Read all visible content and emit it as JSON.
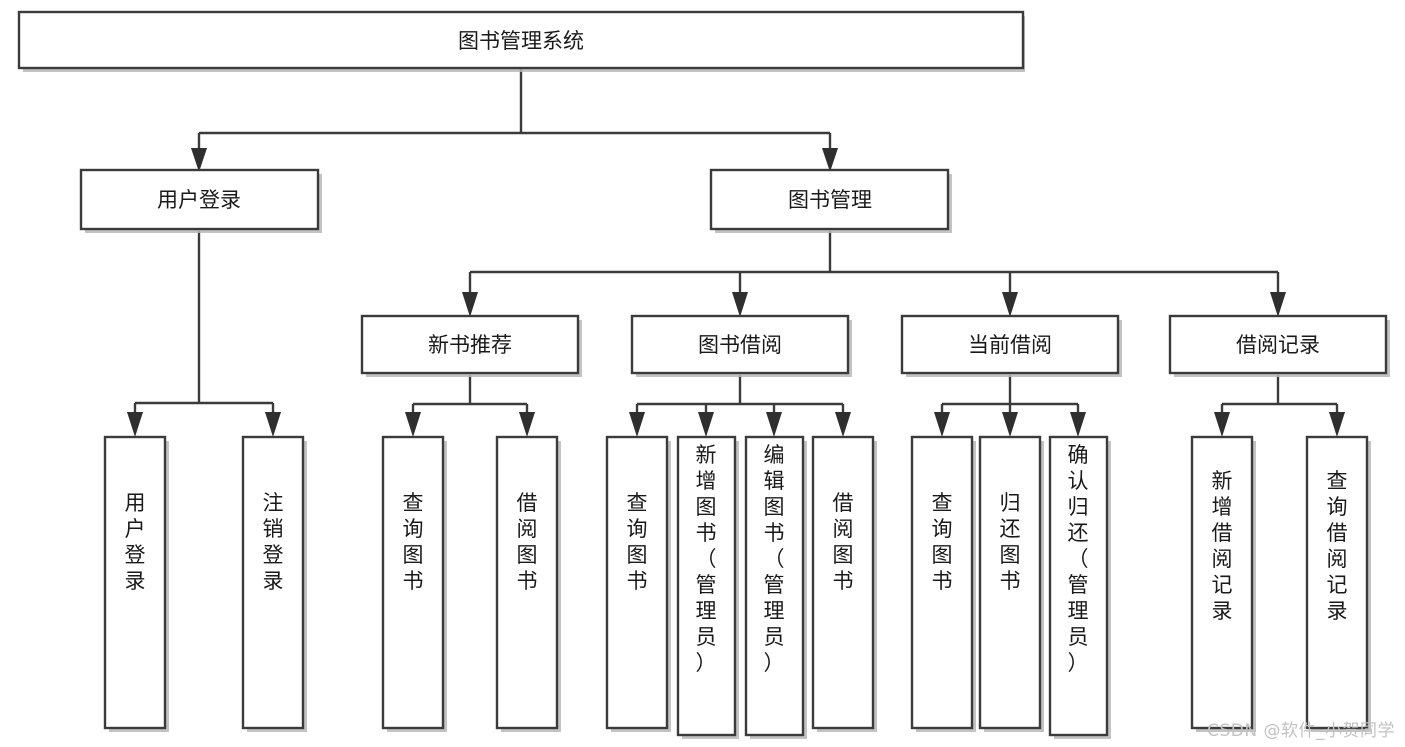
{
  "diagram": {
    "type": "tree-flowchart",
    "title": "图书管理系统",
    "watermark": "CSDN @软件_小贺同学",
    "colors": {
      "box_fill": "#ffffff",
      "box_stroke": "#3b3b3b",
      "text": "#1a1a1a",
      "watermark": "#c2c2c2",
      "background": "#ffffff"
    },
    "levels": {
      "root": {
        "label": "图书管理系统"
      },
      "level2": [
        {
          "id": "user-login",
          "label": "用户登录"
        },
        {
          "id": "book-management",
          "label": "图书管理"
        }
      ],
      "level3": [
        {
          "id": "new-book-recommend",
          "label": "新书推荐",
          "parent": "book-management"
        },
        {
          "id": "book-borrow",
          "label": "图书借阅",
          "parent": "book-management"
        },
        {
          "id": "current-borrow",
          "label": "当前借阅",
          "parent": "book-management"
        },
        {
          "id": "borrow-record",
          "label": "借阅记录",
          "parent": "book-management"
        }
      ],
      "leaves": [
        {
          "id": "leaf-user-login",
          "label": "用户登录",
          "parent": "user-login"
        },
        {
          "id": "leaf-logout-login",
          "label": "注销登录",
          "parent": "user-login"
        },
        {
          "id": "leaf-query-book-1",
          "label": "查询图书",
          "parent": "new-book-recommend"
        },
        {
          "id": "leaf-borrow-book-1",
          "label": "借阅图书",
          "parent": "new-book-recommend"
        },
        {
          "id": "leaf-query-book-2",
          "label": "查询图书",
          "parent": "book-borrow"
        },
        {
          "id": "leaf-add-book",
          "label": "新增图书（管理员）",
          "parent": "book-borrow"
        },
        {
          "id": "leaf-edit-book",
          "label": "编辑图书（管理员）",
          "parent": "book-borrow"
        },
        {
          "id": "leaf-borrow-book-2",
          "label": "借阅图书",
          "parent": "book-borrow"
        },
        {
          "id": "leaf-query-book-3",
          "label": "查询图书",
          "parent": "current-borrow"
        },
        {
          "id": "leaf-return-book",
          "label": "归还图书",
          "parent": "current-borrow"
        },
        {
          "id": "leaf-confirm-return",
          "label": "确认归还（管理员）",
          "parent": "current-borrow"
        },
        {
          "id": "leaf-add-record",
          "label": "新增借阅记录",
          "parent": "borrow-record"
        },
        {
          "id": "leaf-query-record",
          "label": "查询借阅记录",
          "parent": "borrow-record"
        }
      ]
    }
  }
}
